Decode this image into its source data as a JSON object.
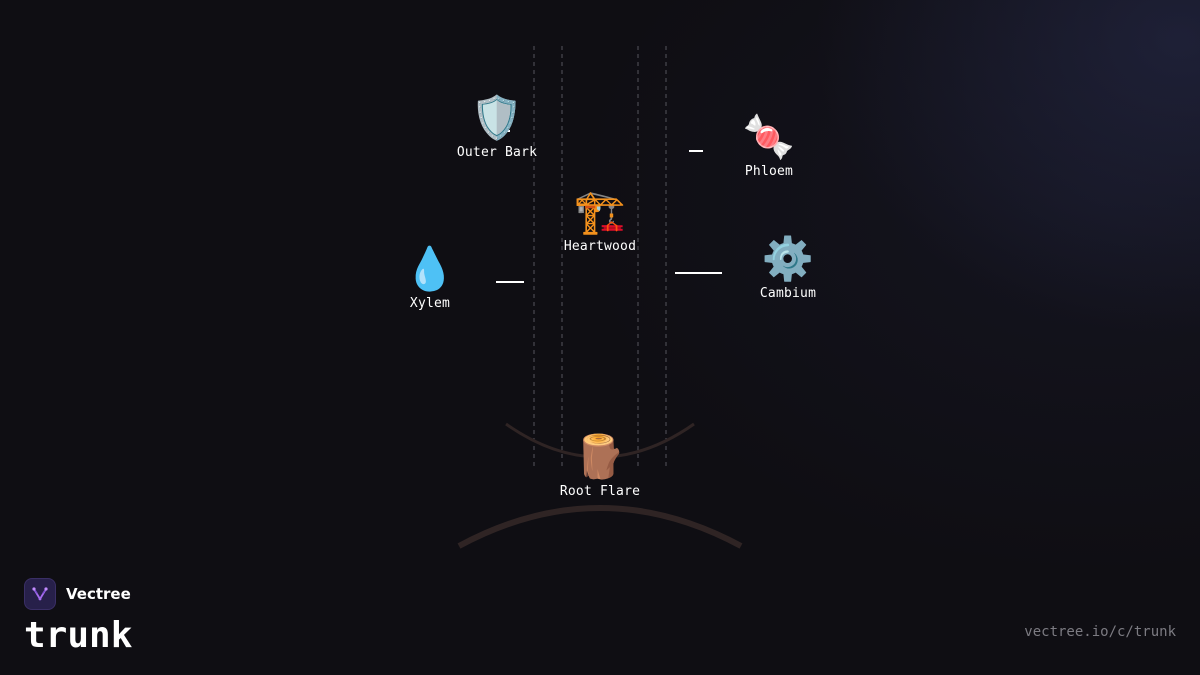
{
  "diagram": {
    "nodes": [
      {
        "id": "outer-bark",
        "label": "Outer Bark",
        "icon": "shield-icon",
        "glyph": "🛡️"
      },
      {
        "id": "phloem",
        "label": "Phloem",
        "icon": "candy-icon",
        "glyph": "🍬"
      },
      {
        "id": "heartwood",
        "label": "Heartwood",
        "icon": "construction-crane-icon",
        "glyph": "🏗️"
      },
      {
        "id": "xylem",
        "label": "Xylem",
        "icon": "water-droplet-icon",
        "glyph": "💧"
      },
      {
        "id": "cambium",
        "label": "Cambium",
        "icon": "gear-icon",
        "glyph": "⚙️"
      },
      {
        "id": "root-flare",
        "label": "Root Flare",
        "icon": "wood-log-icon",
        "glyph": "🪵"
      }
    ],
    "colors": {
      "background": "#0f0e13",
      "arc": "#2f2424",
      "guide_lines": "#55545c",
      "connector": "#ffffff",
      "footer_text": "#7c7b82",
      "logo_bg": "#27204a",
      "logo_accent": "#a56bf0"
    }
  },
  "brand": {
    "name": "Vectree",
    "project": "trunk",
    "logo_icon": "vectree-logo-icon"
  },
  "footer": {
    "url": "vectree.io/c/trunk"
  }
}
